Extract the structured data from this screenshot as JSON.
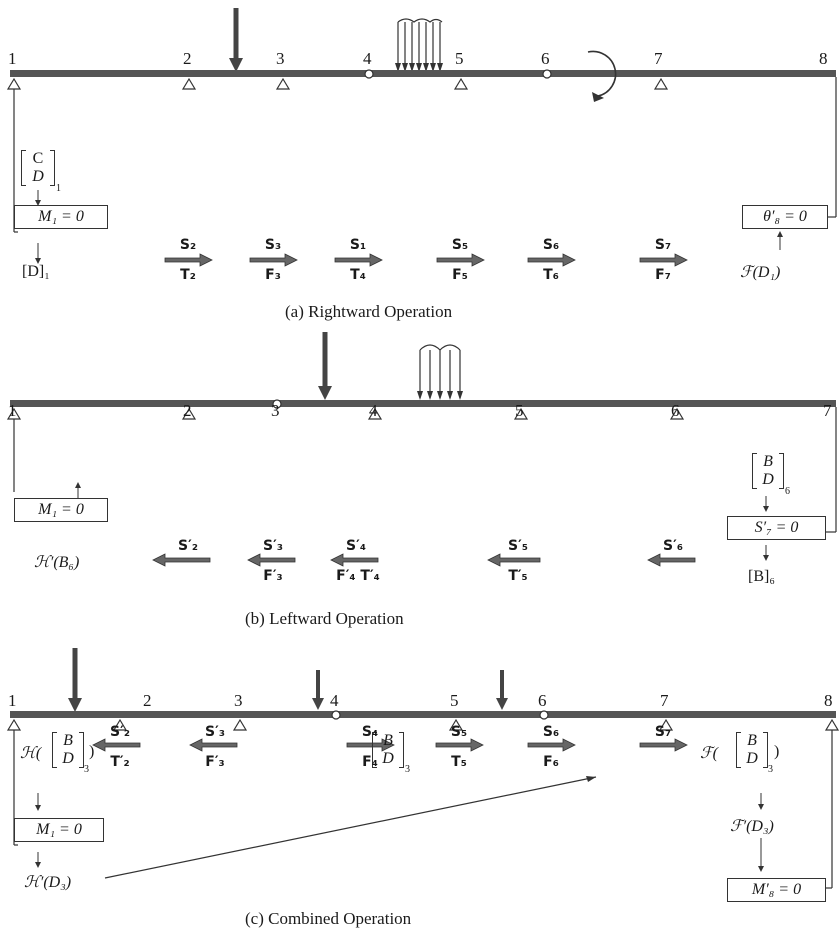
{
  "panels": [
    {
      "caption": "(a)  Rightward Operation",
      "nodes": [
        "1",
        "2",
        "3",
        "4",
        "5",
        "6",
        "7",
        "8"
      ],
      "left_matrix": [
        "C",
        "D"
      ],
      "left_matrix_sub": "1",
      "left_box": "M₁ = 0",
      "left_result": "[D]₁",
      "right_box": "θ′₈ = 0",
      "right_func": "ℱ(D₁)",
      "arrows": [
        {
          "top": "S₂",
          "bottom": "T₂"
        },
        {
          "top": "S₃",
          "bottom": "F₃"
        },
        {
          "top": "S₁",
          "bottom": "T₄"
        },
        {
          "top": "S₅",
          "bottom": "F₅"
        },
        {
          "top": "S₆",
          "bottom": "T₆"
        },
        {
          "top": "S₇",
          "bottom": "F₇"
        }
      ]
    },
    {
      "caption": "(b)  Leftward Operation",
      "nodes": [
        "1",
        "2",
        "3",
        "4",
        "5",
        "6",
        "7"
      ],
      "left_box": "M₁ = 0",
      "left_func": "ℋ′(B₆)",
      "right_matrix": [
        "B",
        "D"
      ],
      "right_matrix_sub": "6",
      "right_box": "S′₇ = 0",
      "right_result": "[B]₆",
      "arrows": [
        {
          "top": "S′₂",
          "bottom": ""
        },
        {
          "top": "S′₃",
          "bottom": "F′₃"
        },
        {
          "top": "S′₄",
          "bottom": "F′₄  T′₄"
        },
        {
          "top": "S′₅",
          "bottom": "T′₅"
        },
        {
          "top": "S′₆",
          "bottom": ""
        }
      ]
    },
    {
      "caption": "(c)  Combined Operation",
      "nodes": [
        "1",
        "2",
        "3",
        "4",
        "5",
        "6",
        "7",
        "8"
      ],
      "left_func_top": "ℋ(",
      "left_matrix": [
        "B",
        "D"
      ],
      "left_matrix_sub": "3",
      "left_box": "M₁ = 0",
      "left_func_bottom": "ℋ′(D₃)",
      "mid_matrix": [
        "B",
        "D"
      ],
      "mid_matrix_sub": "3",
      "right_func_top": "ℱ(",
      "right_matrix": [
        "B",
        "D"
      ],
      "right_matrix_sub": "3",
      "right_func_mid": "ℱ′(D₃)",
      "right_box": "M′₈ = 0",
      "arrows": [
        {
          "top": "S′₂",
          "bottom": "T′₂"
        },
        {
          "top": "S′₃",
          "bottom": "F′₃"
        },
        {
          "top": "S₄",
          "bottom": "F₄"
        },
        {
          "top": "S₅",
          "bottom": "T₅"
        },
        {
          "top": "S₆",
          "bottom": "F₆"
        },
        {
          "top": "S₇",
          "bottom": ""
        }
      ]
    }
  ]
}
